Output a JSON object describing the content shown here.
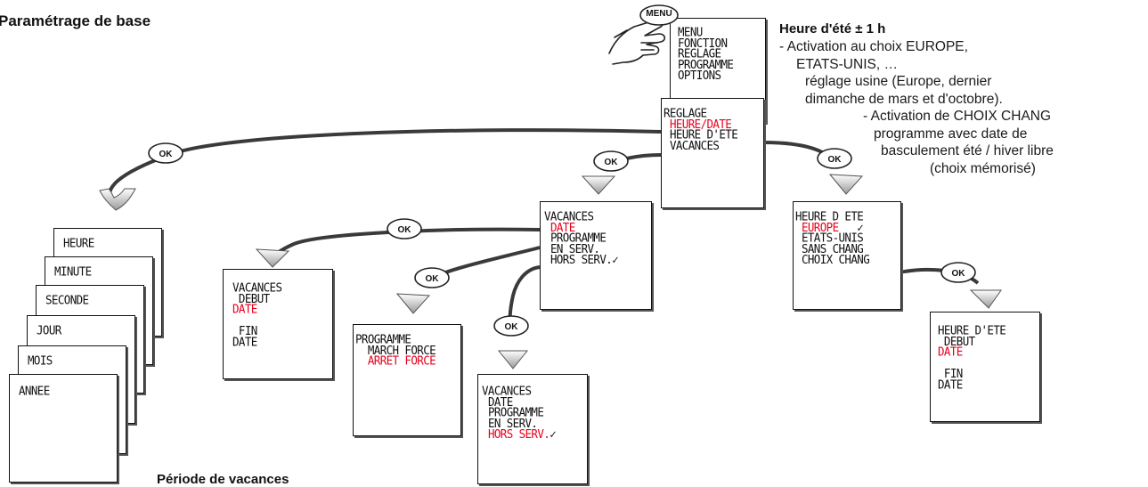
{
  "title": "Paramétrage de base",
  "section_vacances": "Période de vacances",
  "dst_title": "Heure d'été ± 1 h",
  "dst_notes": [
    "- Activation au choix EUROPE,",
    "ETATS-UNIS, …",
    "réglage usine (Europe, dernier",
    "dimanche de mars et d'octobre).",
    "- Activation de CHOIX CHANG",
    "programme avec date de",
    "basculement été / hiver libre",
    "(choix mémorisé)"
  ],
  "menu_screen": [
    "MENU",
    "FONCTION",
    "REGLAGE",
    "PROGRAMME",
    "OPTIONS"
  ],
  "menu_button": "MENU",
  "ok_label": "OK",
  "reglage_screen": {
    "title": "REGLAGE",
    "items": [
      "HEURE/DATE",
      "HEURE D'ETE",
      "VACANCES"
    ],
    "selected": "HEURE/DATE"
  },
  "date_stack": [
    "HEURE",
    "MINUTE",
    "SECONDE",
    "JOUR",
    "MOIS",
    "ANNEE"
  ],
  "vacances_screen": {
    "title": "VACANCES",
    "items": [
      "DATE",
      "PROGRAMME",
      "EN SERV.",
      "HORS SERV."
    ],
    "selected": "DATE",
    "checkmark": "✓"
  },
  "vacances_debut_screen": [
    "VACANCES",
    " DEBUT",
    "DATE",
    "",
    " FIN",
    "DATE"
  ],
  "programme_screen": {
    "title": "PROGRAMME",
    "items": [
      "MARCH FORCE",
      "ARRET FORCE"
    ],
    "selected": "ARRET FORCE"
  },
  "hors_serv_screen": {
    "title": "VACANCES",
    "items": [
      "DATE",
      "PROGRAMME",
      "EN SERV.",
      "HORS SERV."
    ],
    "selected": "HORS SERV.",
    "checkmark": "✓"
  },
  "heure_ete_screen": {
    "title": "HEURE D ETE",
    "items": [
      "EUROPE",
      "ETATS-UNIS",
      "SANS CHANG",
      "CHOIX CHANG"
    ],
    "selected": "EUROPE",
    "checkmark": "✓"
  },
  "heure_ete_debut_screen": [
    "HEURE D'ETE",
    " DEBUT",
    "DATE",
    "",
    " FIN",
    "DATE"
  ]
}
